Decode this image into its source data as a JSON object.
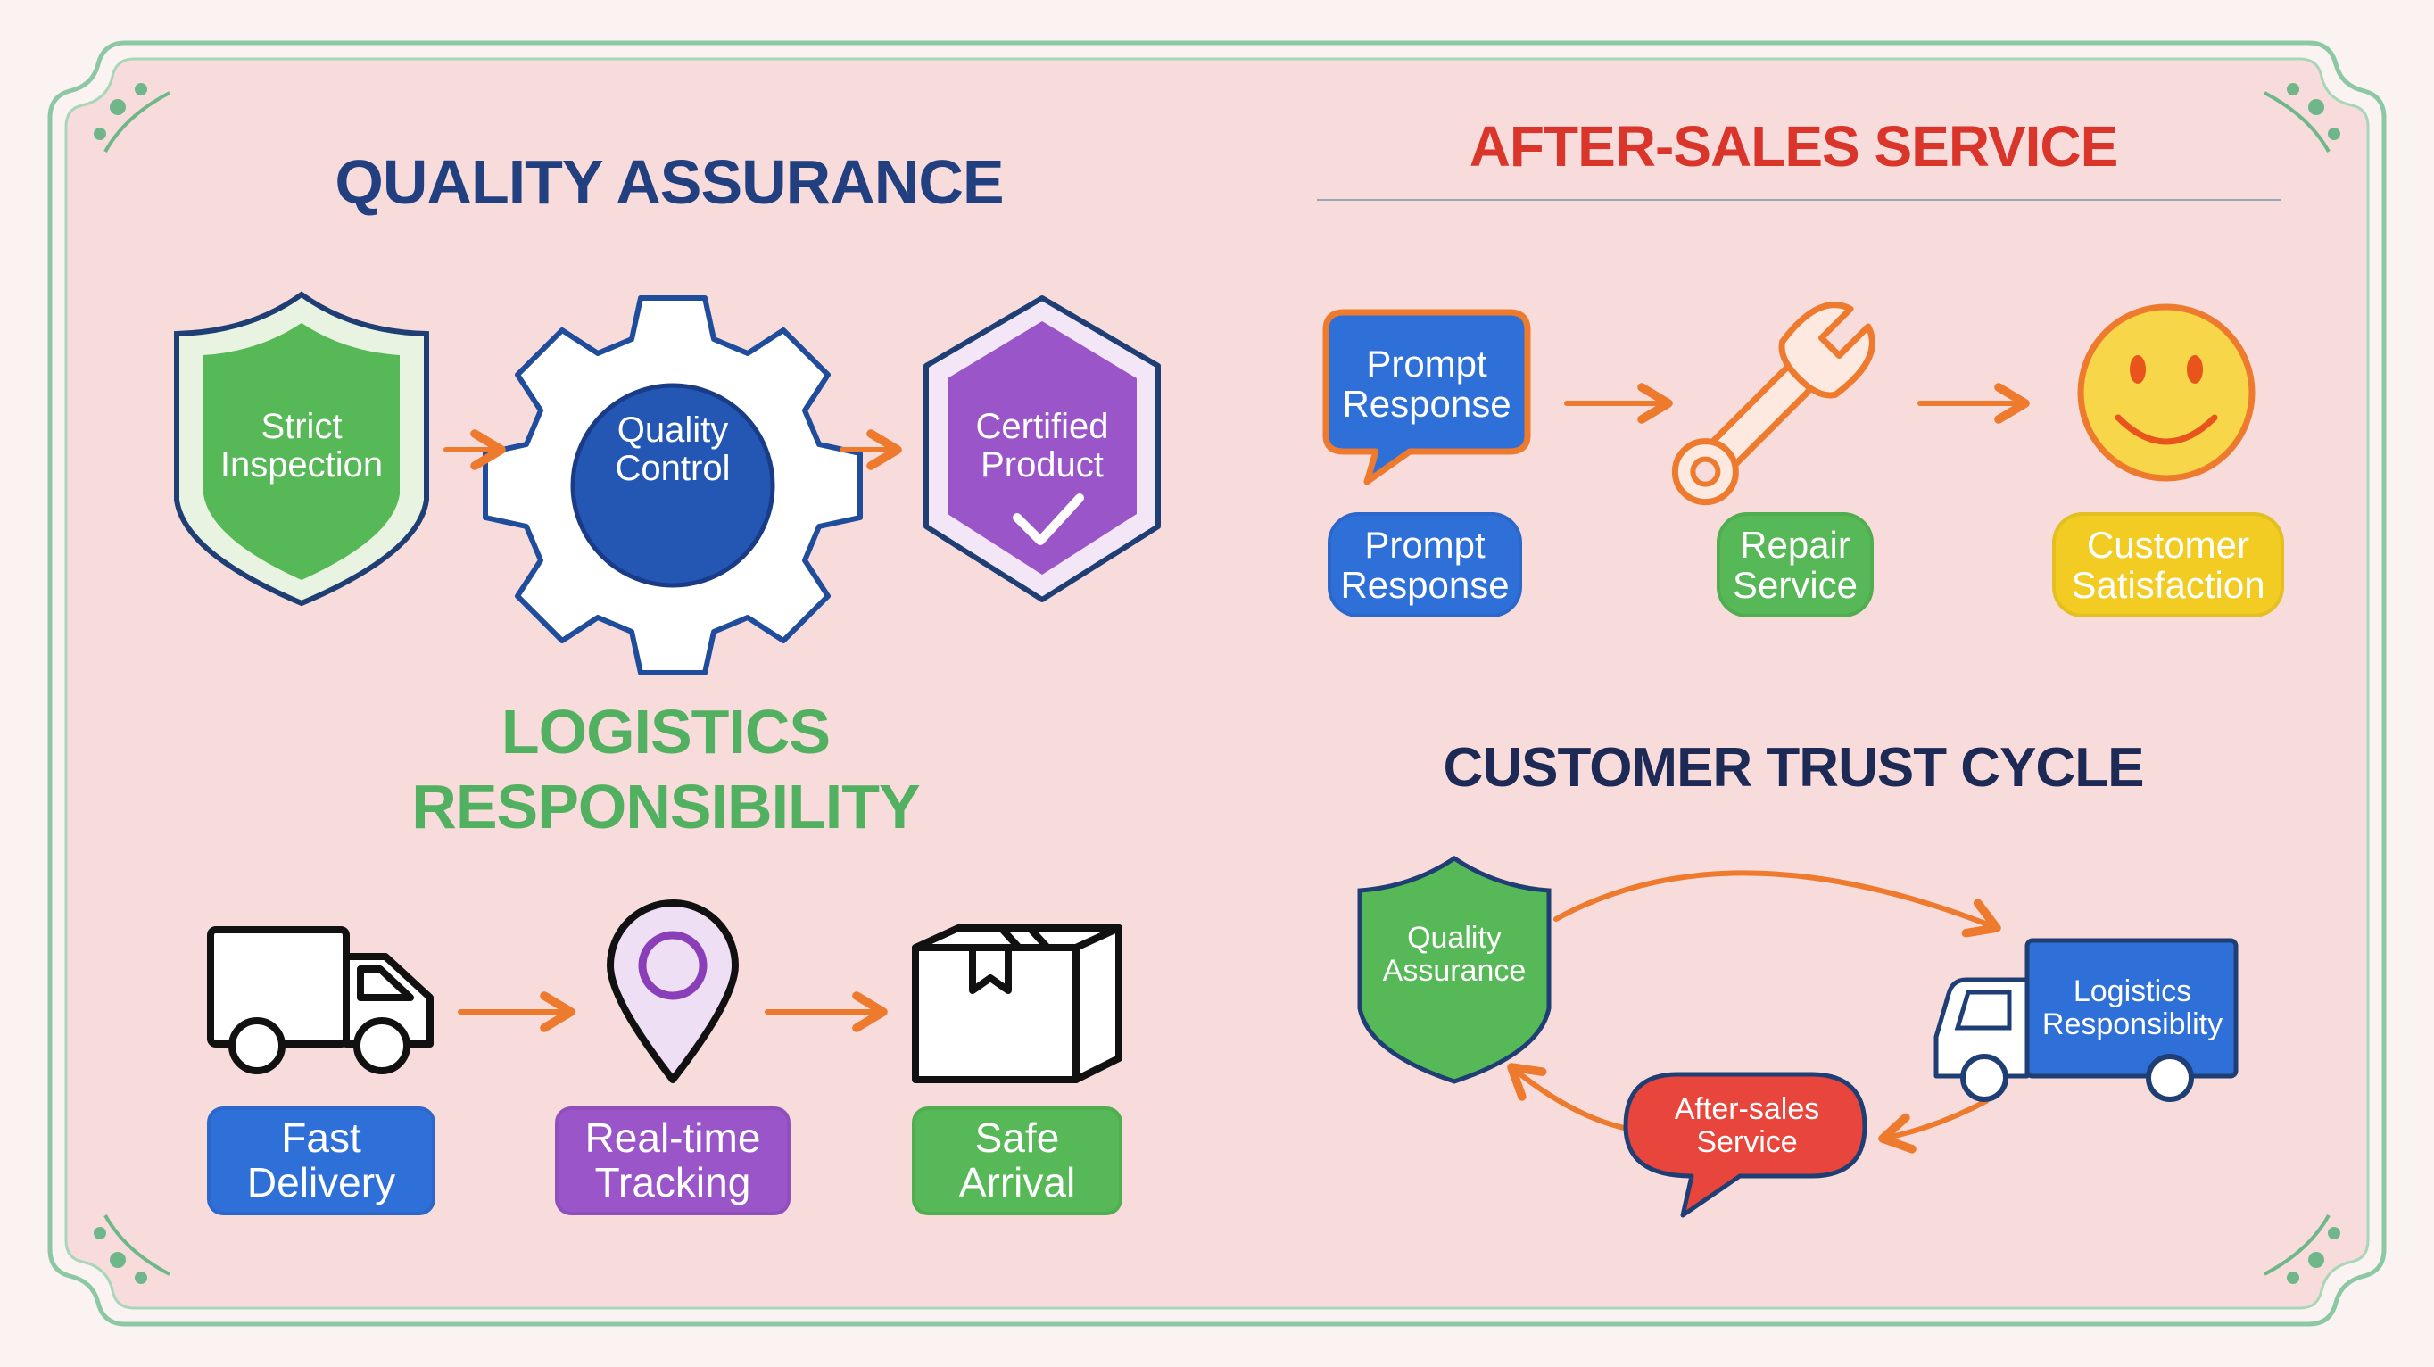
{
  "quality": {
    "title": "QUALITY ASSURANCE",
    "steps": [
      "Strict\nInspection",
      "Quality\nControl",
      "Certified\nProduct"
    ]
  },
  "after_sales": {
    "title": "AFTER-SALES SERVICE",
    "bubble_text": "Prompt\nResponse",
    "steps": [
      "Prompt\nResponse",
      "Repair\nService",
      "Customer\nSatisfaction"
    ]
  },
  "logistics": {
    "title": "LOGISTICS\nRESPONSIBILITY",
    "steps": [
      "Fast\nDelivery",
      "Real-time\nTracking",
      "Safe\nArrival"
    ]
  },
  "trust_cycle": {
    "title": "CUSTOMER TRUST CYCLE",
    "nodes": [
      "Quality\nAssurance",
      "Logistics\nResponsiblity",
      "After-sales\nService"
    ]
  },
  "colors": {
    "frame": "#7fbf9a",
    "panel": "#f8dcdc",
    "arrow": "#ee7a2e",
    "green": "#56b856",
    "blue": "#2f6fd8",
    "purple": "#9a56c8",
    "red": "#e8453c",
    "yellow": "#f2cc22",
    "navy": "#22407f"
  },
  "icons": [
    "shield-icon",
    "gear-icon",
    "hexagon-badge-icon",
    "checkmark-icon",
    "speech-bubble-icon",
    "wrench-icon",
    "smiley-face-icon",
    "truck-icon",
    "location-pin-icon",
    "package-box-icon"
  ]
}
